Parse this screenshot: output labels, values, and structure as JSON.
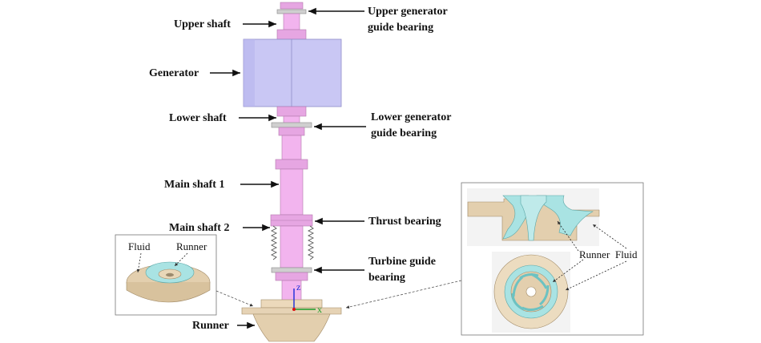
{
  "labels": {
    "upper_shaft": "Upper shaft",
    "upper_bearing_l1": "Upper generator",
    "upper_bearing_l2": "guide bearing",
    "generator": "Generator",
    "lower_shaft": "Lower shaft",
    "lower_bearing_l1": "Lower generator",
    "lower_bearing_l2": "guide bearing",
    "main_shaft_1": "Main shaft 1",
    "main_shaft_2": "Main shaft 2",
    "thrust_bearing": "Thrust bearing",
    "turbine_bearing_l1": "Turbine guide",
    "turbine_bearing_l2": "bearing",
    "runner": "Runner"
  },
  "left_inset": {
    "fluid": "Fluid",
    "runner": "Runner"
  },
  "right_inset": {
    "runner": "Runner",
    "fluid": "Fluid"
  },
  "axes": {
    "z": "z",
    "x": "x"
  },
  "colors": {
    "shaft": "#f2b4ee",
    "shaft_dark": "#d98fd4",
    "generator": "#c9c7f4",
    "generator_dark": "#a9a6e0",
    "bearing": "#c9c9c9",
    "runner_body": "#e6d3b5",
    "runner_blue": "#a9e3e3",
    "fluid_label": "#f0a800",
    "runner_label": "#29b6e6"
  }
}
